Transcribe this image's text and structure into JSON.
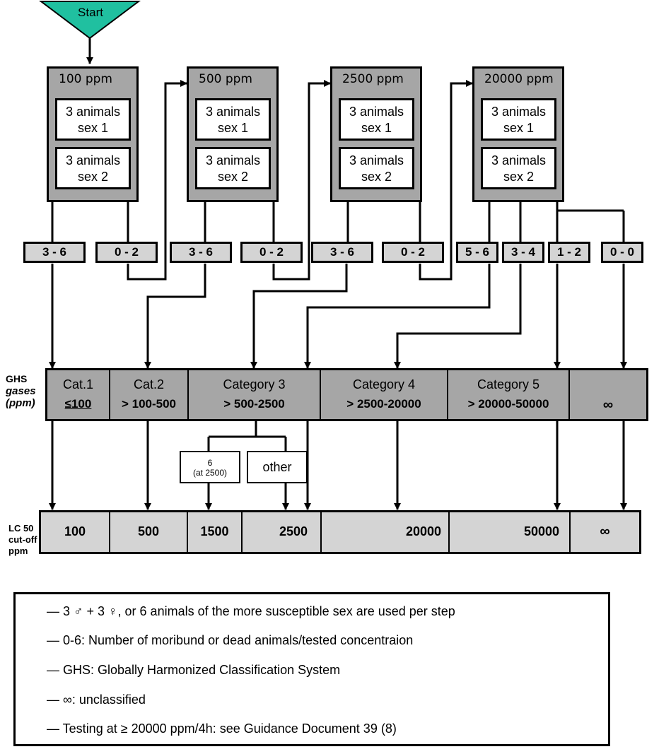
{
  "start_label": "Start",
  "steps": [
    {
      "conc": "100 ppm",
      "group1": [
        "3 animals",
        "sex 1"
      ],
      "group2": [
        "3 animals",
        "sex 2"
      ]
    },
    {
      "conc": "500 ppm",
      "group1": [
        "3 animals",
        "sex 1"
      ],
      "group2": [
        "3 animals",
        "sex 2"
      ]
    },
    {
      "conc": "2500 ppm",
      "group1": [
        "3 animals",
        "sex 1"
      ],
      "group2": [
        "3 animals",
        "sex 2"
      ]
    },
    {
      "conc": "20000 ppm",
      "group1": [
        "3 animals",
        "sex 1"
      ],
      "group2": [
        "3 animals",
        "sex 2"
      ]
    }
  ],
  "outcomes": [
    "3 - 6",
    "0 - 2",
    "3 - 6",
    "0 - 2",
    "3 - 6",
    "0 - 2",
    "5 - 6",
    "3 - 4",
    "1 - 2",
    "0 - 0"
  ],
  "ghs_label": {
    "line1": "GHS",
    "line2": "gases",
    "line3": "(ppm)"
  },
  "categories": [
    {
      "name": "Cat.1",
      "range": "≤100"
    },
    {
      "name": "Cat.2",
      "range": "> 100-500"
    },
    {
      "name": "Category 3",
      "range": "> 500-2500"
    },
    {
      "name": "Category 4",
      "range": "> 2500-20000"
    },
    {
      "name": "Category 5",
      "range": "> 20000-50000"
    },
    {
      "name": "",
      "range": "∞"
    }
  ],
  "cat3_subboxes": [
    {
      "line1": "6",
      "line2": "(at 2500)"
    },
    {
      "line1": "other",
      "line2": ""
    }
  ],
  "lc50_label": {
    "line1": "LC 50",
    "line2": "cut-off",
    "line3": "ppm"
  },
  "cutoffs": [
    "100",
    "500",
    "1500",
    "2500",
    "20000",
    "50000",
    "∞"
  ],
  "legend": [
    "— 3 ♂ + 3 ♀, or 6 animals of the more susceptible sex are used per step",
    "— 0-6: Number of moribund or dead animals/tested concentraion",
    "— GHS: Globally Harmonized Classification System",
    "— ∞: unclassified",
    "— Testing at ≥ 20000 ppm/4h: see Guidance Document 39 (8)"
  ],
  "colors": {
    "start": "#20c0a0",
    "step_box": "#a6a6a6",
    "category_box": "#a6a6a6",
    "outcome_box": "#d4d4d4",
    "cutoff_box": "#d4d4d4"
  }
}
